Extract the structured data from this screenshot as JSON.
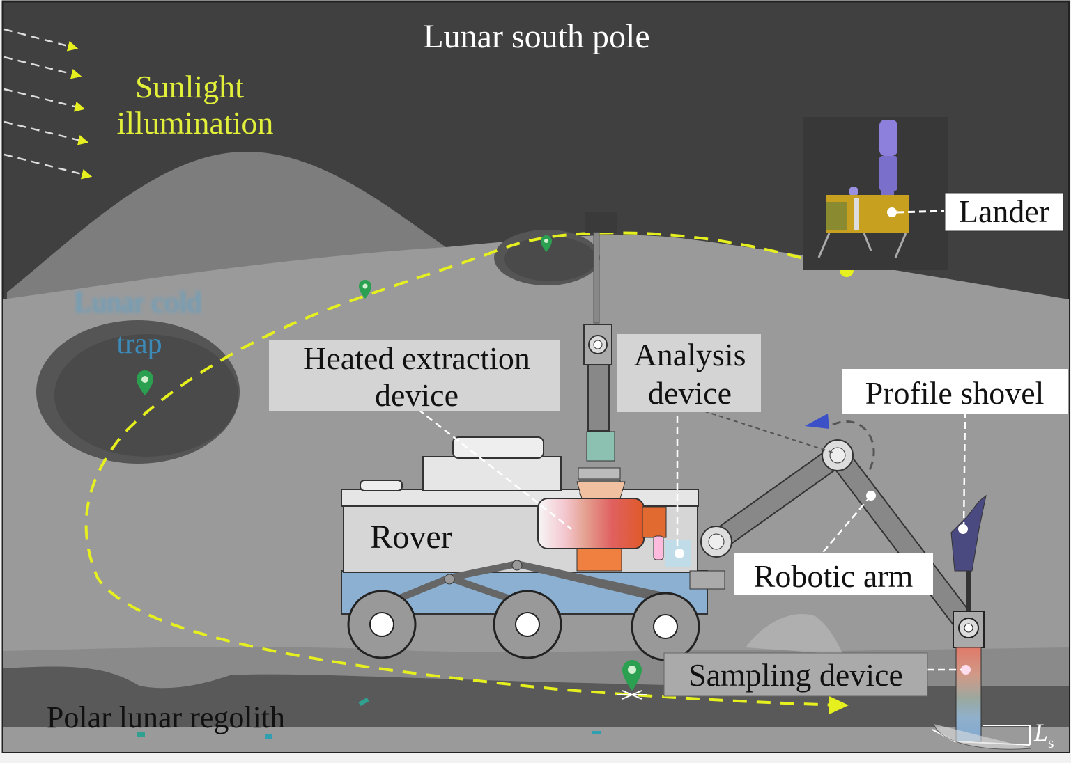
{
  "title": "Lunar south pole",
  "sunlight_label": [
    "Sunlight",
    "illumination"
  ],
  "cold_trap_label": [
    "Lunar cold",
    "trap"
  ],
  "regolith_label": "Polar lunar regolith",
  "labels": {
    "lander": "Lander",
    "heated_extraction": [
      "Heated extraction",
      "device"
    ],
    "analysis": [
      "Analysis",
      "device"
    ],
    "profile_shovel": "Profile shovel",
    "rover": "Rover",
    "robotic_arm": "Robotic arm",
    "sampling_device": "Sampling device",
    "depth_symbol": "L",
    "depth_subscript": "s"
  },
  "colors": {
    "sky": "#404040",
    "ground": "#9a9a9a",
    "mountain": "#7d7d7d",
    "crater_dark": "#4b4b4b",
    "path_yellow": "#e6f01e",
    "sunlight_text": "#e2f03a",
    "cold_trap_text": "#5aa0c8",
    "rover_body": "#d6d6d6",
    "rover_chassis": "#8cb0d2",
    "heater_orange": "#e06a30",
    "shovel_purple": "#4a4a80",
    "lander_gold": "#c8a020",
    "marker_green": "#2aa050"
  }
}
